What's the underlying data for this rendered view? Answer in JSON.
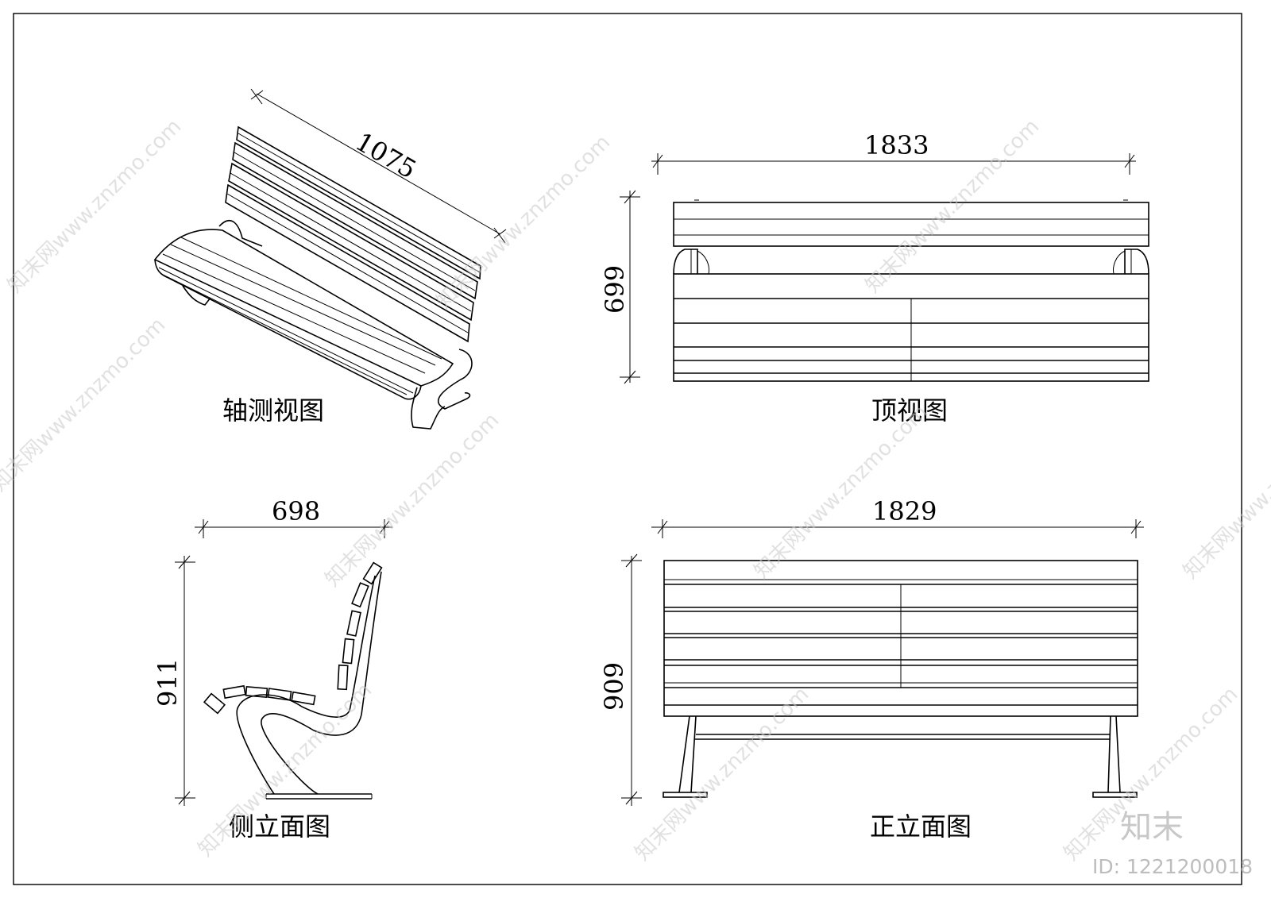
{
  "views": {
    "axonometric": {
      "caption": "轴测视图",
      "dimension": "1075"
    },
    "top": {
      "caption": "顶视图",
      "width_dimension": "1833",
      "depth_dimension": "699"
    },
    "side": {
      "caption": "侧立面图",
      "width_dimension": "698",
      "height_dimension": "911"
    },
    "front": {
      "caption": "正立面图",
      "width_dimension": "1829",
      "height_dimension": "909"
    }
  },
  "watermark": {
    "text": "知末网www.znzmo.com",
    "brand": "知末",
    "id_text": "ID: 1221200018"
  }
}
